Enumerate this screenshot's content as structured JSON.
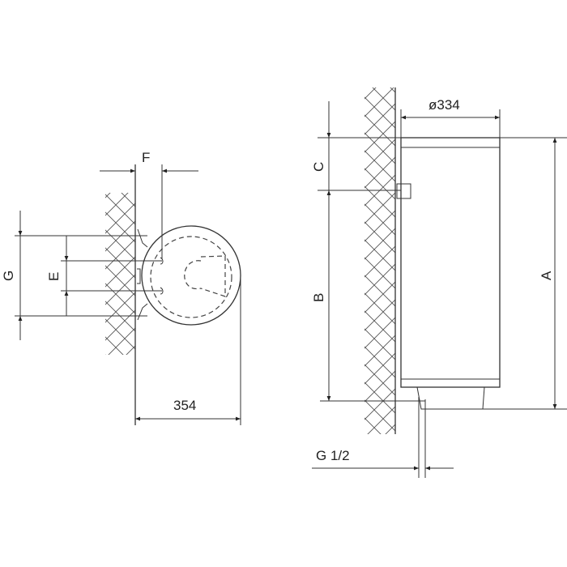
{
  "top_view": {
    "labels": {
      "F": "F",
      "G": "G",
      "E": "E",
      "width": "354"
    }
  },
  "side_view": {
    "labels": {
      "diameter": "ø334",
      "A": "A",
      "B": "B",
      "C": "C",
      "pipe": "G 1/2"
    }
  },
  "colors": {
    "line": "#333333",
    "background": "#ffffff"
  }
}
